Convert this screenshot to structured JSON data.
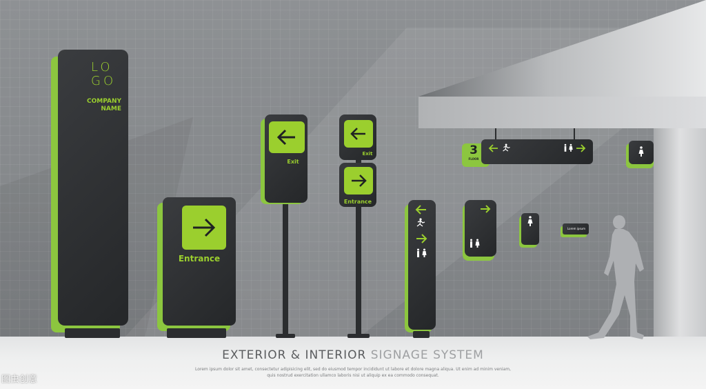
{
  "totem": {
    "logo_line1": "LO",
    "logo_line2": "GO",
    "company_line1": "COMPANY",
    "company_line2": "NAME"
  },
  "entrance_monument": {
    "label": "Entrance"
  },
  "exit_pole_sign": {
    "label": "Exit"
  },
  "double_pole_sign": {
    "top_label": "Exit",
    "bottom_label": "Entrance"
  },
  "hanging_sign": {
    "floor_number": "3",
    "floor_label": "FLOOR"
  },
  "small_plate": {
    "text": "Lorem ipsum"
  },
  "caption": {
    "part1": "EXTERIOR & INTERIOR ",
    "part2": "SIGNAGE SYSTEM",
    "body_line1": "Lorem ipsum dolor sit amet, consectetur adipisicing elit, sed do eiusmod tempor incididunt ut labore et dolore magna aliqua. Ut enim ad minim veniam,",
    "body_line2": "quis nostrud exercitation ullamco laboris nisi ut aliquip ex ea commodo consequat."
  },
  "watermark": "图虫创意",
  "colors": {
    "accent_green": "#9bcf2e",
    "sign_dark": "#2e3033",
    "wall_grey": "#8e9194",
    "floor_light": "#eeefef"
  },
  "icons": [
    "arrow-left-icon",
    "arrow-right-icon",
    "running-man-icon",
    "restroom-icon",
    "woman-icon",
    "person-silhouette"
  ]
}
